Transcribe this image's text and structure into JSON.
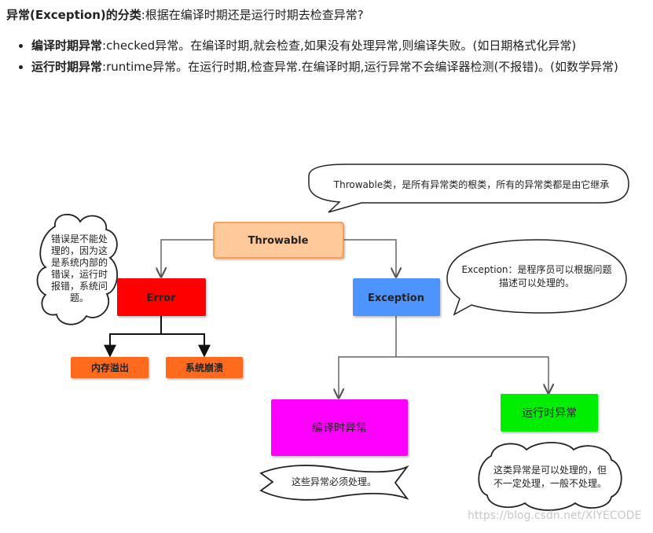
{
  "heading": {
    "bold": "异常(Exception)的分类",
    "text": ":根据在编译时期还是运行时期去检查异常?"
  },
  "points": [
    {
      "bold": "编译时期异常",
      "text": ":checked异常。在编译时期,就会检查,如果没有处理异常,则编译失败。(如日期格式化异常)"
    },
    {
      "bold": "运行时期异常",
      "text": ":runtime异常。在运行时期,检查异常.在编译时期,运行异常不会编译器检测(不报错)。(如数学异常)"
    }
  ],
  "diagram": {
    "nodes": {
      "throwable": "Throwable",
      "error": "Error",
      "exception": "Exception",
      "oom": "内存溢出",
      "crash": "系统崩溃",
      "checked": "编译时异常",
      "runtime": "运行时异常"
    },
    "callouts": {
      "throwable_note": "Throwable类，是所有异常类的根类，所有的异常类都是由它继承",
      "exception_note": [
        "Exception：是程序员可以根据问题",
        "描述可以处理的。"
      ],
      "error_note": [
        "错误是不能处",
        "理的，因为这",
        "是系统内部的",
        "错误，运行时",
        "报错，系统问",
        "题。"
      ],
      "checked_note": "这些异常必须处理。",
      "runtime_note": [
        "这类异常是可以处理的，但",
        "不一定处理，一般不处理。"
      ]
    },
    "colors": {
      "throwable": "#ffc999",
      "error": "#ff0000",
      "exception": "#4d94ff",
      "leaf": "#ff6a1f",
      "checked": "#ff00ff",
      "runtime": "#00ee00"
    }
  },
  "watermark": "https://blog.csdn.net/XIYECODE"
}
